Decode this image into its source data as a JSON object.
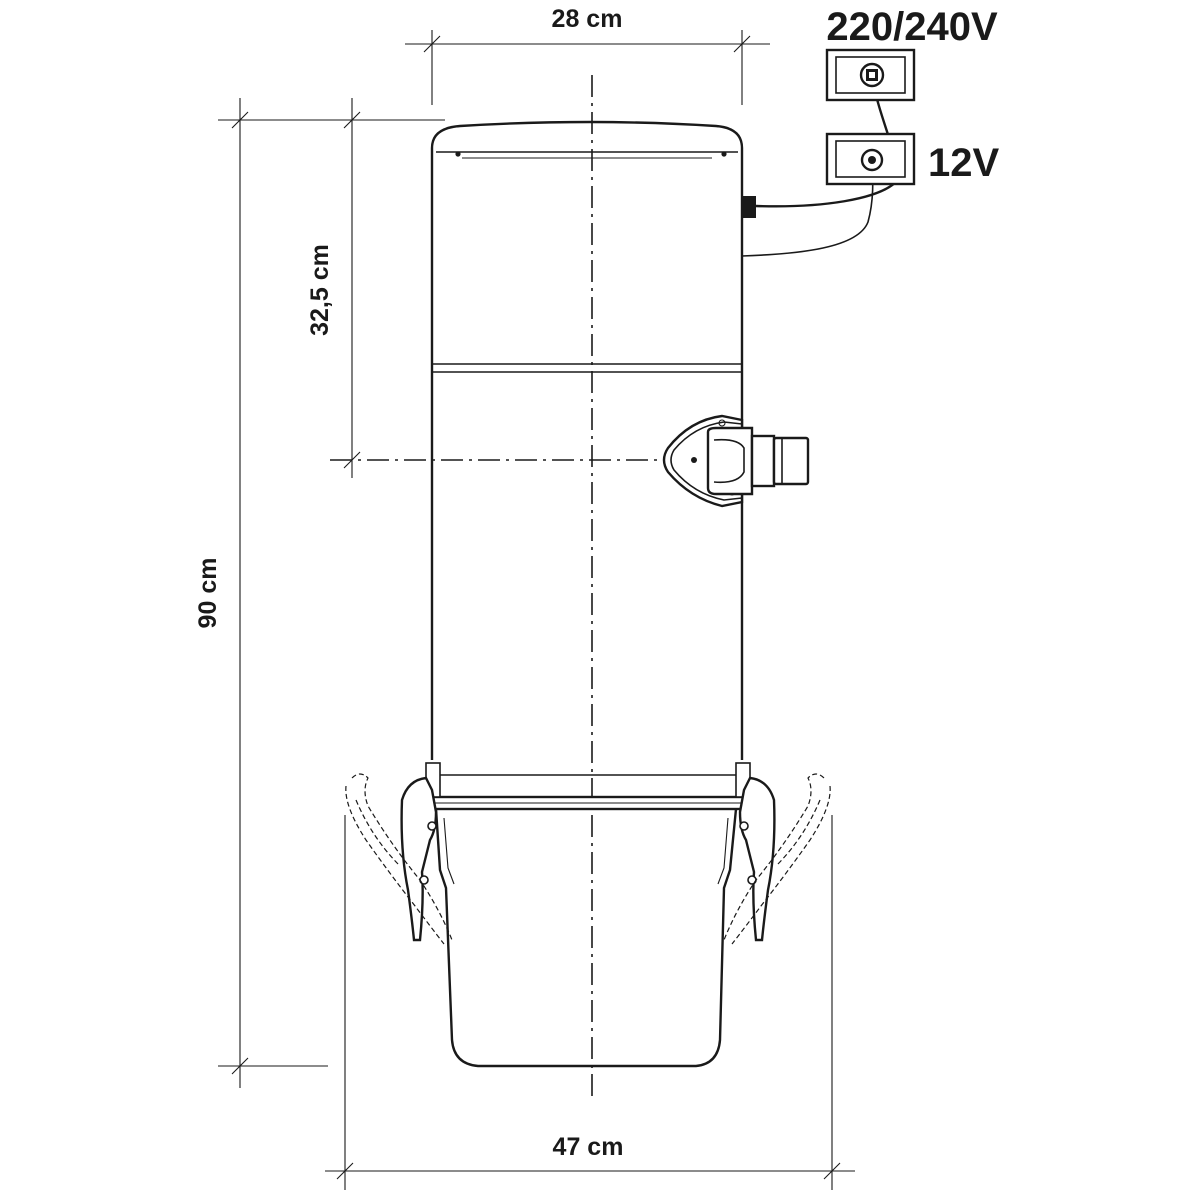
{
  "dimensions": {
    "width_top": "28 cm",
    "height_inlet": "32,5 cm",
    "height_total": "90 cm",
    "width_base": "47 cm"
  },
  "power": {
    "mains_label": "220/240V",
    "low_voltage_label": "12V"
  }
}
